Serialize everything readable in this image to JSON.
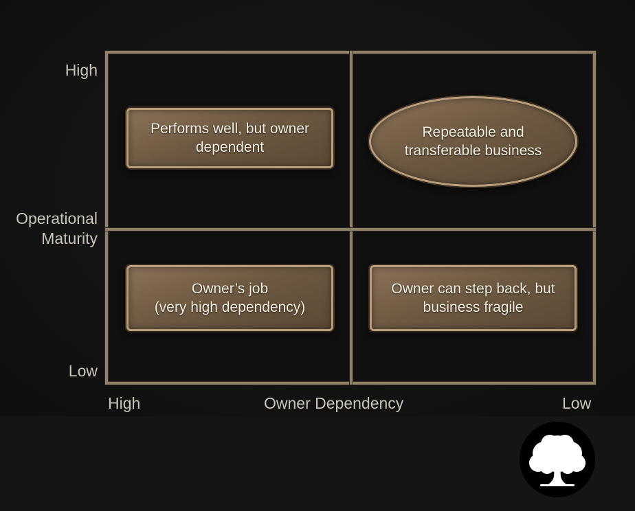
{
  "y_axis": {
    "title": "Operational\nMaturity",
    "high_label": "High",
    "low_label": "Low"
  },
  "x_axis": {
    "title": "Owner Dependency",
    "high_label": "High",
    "low_label": "Low"
  },
  "quadrants": {
    "top_left": "Performs well, but owner dependent",
    "top_right": "Repeatable and transferable business",
    "bottom_left": "Owner’s job\n(very high dependency)",
    "bottom_right": "Owner can step back, but business fragile"
  },
  "colors": {
    "background": "#0f0f0f",
    "grid_line": "#8f8068",
    "plaque_fill": "#6e5a42",
    "plaque_border": "#b79d7c",
    "label_text": "#c9c4bb"
  },
  "logo": {
    "icon": "tree-icon"
  }
}
